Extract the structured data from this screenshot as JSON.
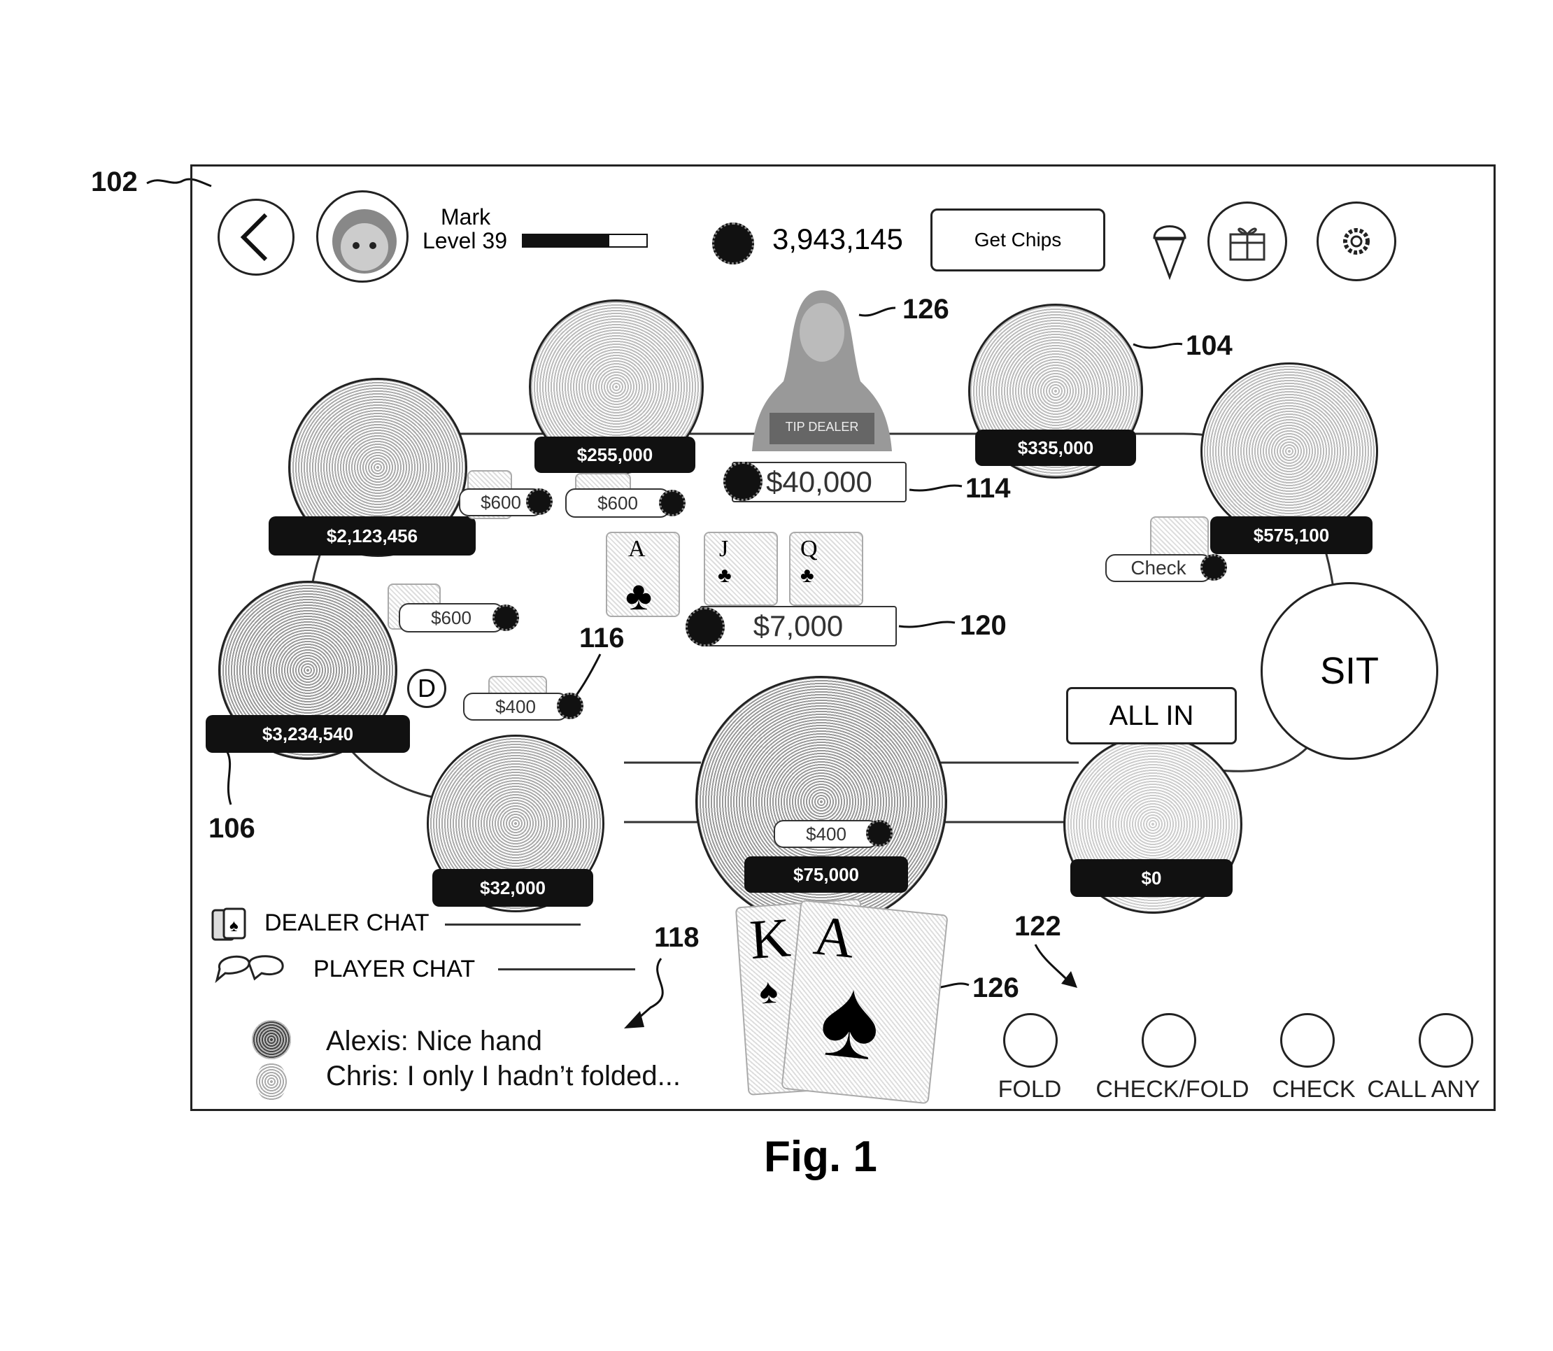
{
  "figure": {
    "caption": "Fig. 1"
  },
  "refs": {
    "r102": "102",
    "r104": "104",
    "r106": "106",
    "r114": "114",
    "r116": "116",
    "r118": "118",
    "r120": "120",
    "r122": "122",
    "r126a": "126",
    "r126b": "126"
  },
  "header": {
    "user_name": "Mark",
    "level_label": "Level 39",
    "level_progress": 0.7,
    "chip_balance": "3,943,145",
    "get_chips_label": "Get Chips"
  },
  "dealer": {
    "tip_label": "TIP DEALER"
  },
  "players": [
    {
      "id": "top-left-center",
      "stack": "$255,000"
    },
    {
      "id": "top-right",
      "stack": "$335,000"
    },
    {
      "id": "left-upper",
      "stack": "$2,123,456"
    },
    {
      "id": "right-upper",
      "stack": "$575,100"
    },
    {
      "id": "left-dealer",
      "stack": "$3,234,540"
    },
    {
      "id": "bottom-left",
      "stack": "$32,000"
    },
    {
      "id": "hero",
      "stack": "$75,000"
    },
    {
      "id": "bottom-right",
      "stack": "$0"
    }
  ],
  "bets": {
    "b1": "$600",
    "b2": "$600",
    "b3": "$600",
    "b4": "$400",
    "hero": "$400",
    "check": "Check"
  },
  "pot": {
    "main": "$40,000",
    "side": "$7,000"
  },
  "community_cards": [
    {
      "rank": "A",
      "suit": "♣"
    },
    {
      "rank": "J",
      "suit": "♣"
    },
    {
      "rank": "Q",
      "suit": "♣"
    }
  ],
  "hole_cards": [
    {
      "rank": "K",
      "suit": "♠"
    },
    {
      "rank": "A",
      "suit": "♠"
    }
  ],
  "dealer_button": "D",
  "sit_label": "SIT",
  "all_in_label": "ALL IN",
  "chat": {
    "dealer_tab": "DEALER CHAT",
    "player_tab": "PLAYER CHAT",
    "messages": [
      "Alexis: Nice hand",
      "Chris: I only I hadn’t folded..."
    ]
  },
  "actions": [
    "FOLD",
    "CHECK/FOLD",
    "CHECK",
    "CALL ANY"
  ]
}
